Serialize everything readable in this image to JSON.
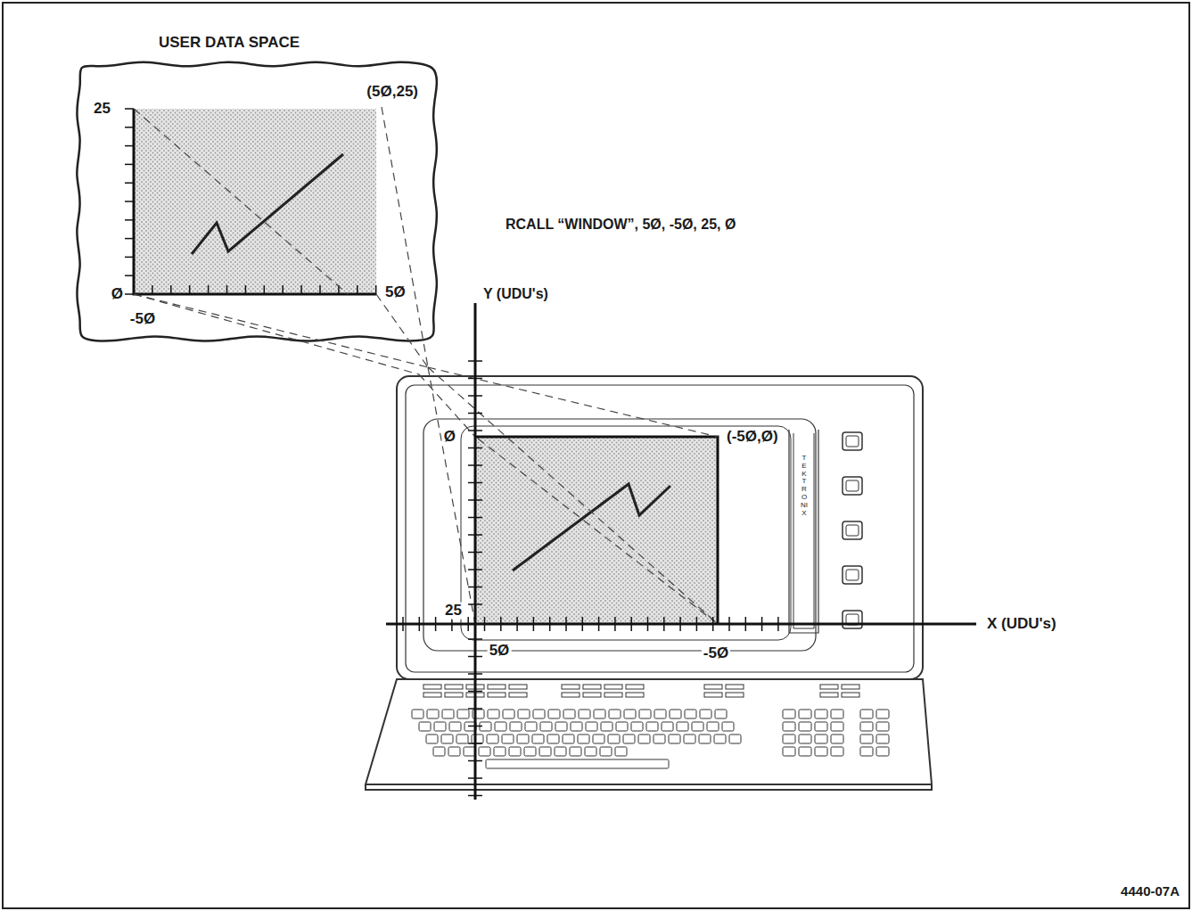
{
  "diagram": {
    "nodes": [
      {
        "text": [
          "USER DATA SPACE"
        ]
      }
    ],
    "labels": [
      "(5Ø,25)",
      "25",
      "Ø",
      "-5Ø",
      "5Ø",
      "RCALL “WINDOW”, 5Ø, -5Ø, 25, Ø",
      "Y (UDU's)",
      "X (UDU's)",
      "Ø",
      "(-5Ø,Ø)",
      "TEKTRONIX",
      "25",
      "5Ø",
      "-5Ø",
      "4440-07A"
    ]
  }
}
